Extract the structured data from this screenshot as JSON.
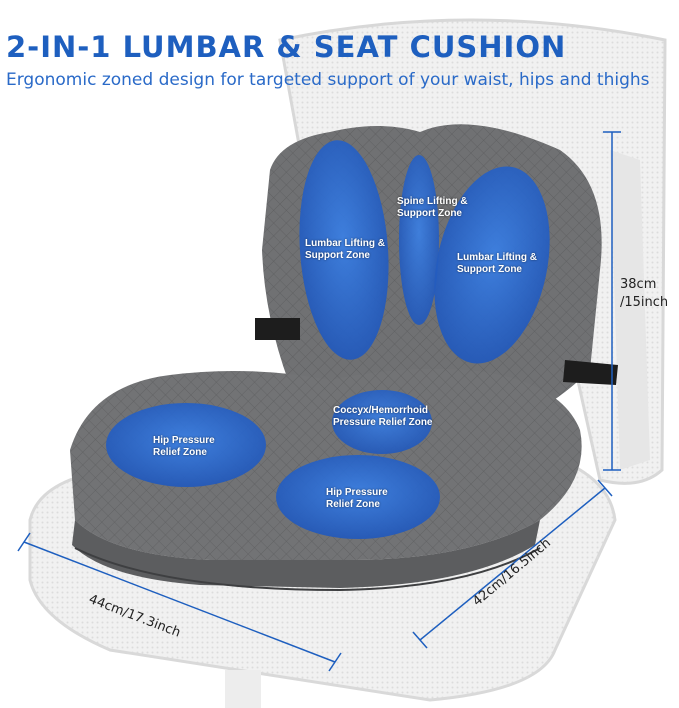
{
  "header": {
    "title": "2-IN-1 LUMBAR & SEAT CUSHION",
    "subtitle": "Ergonomic zoned design for targeted support of your waist, hips and thighs"
  },
  "zones": {
    "lumbar_left": {
      "line1": "Lumbar Lifting &",
      "line2": "Support Zone"
    },
    "spine": {
      "line1": "Spine Lifting &",
      "line2": "Support Zone"
    },
    "lumbar_right": {
      "line1": "Lumbar Lifting &",
      "line2": "Support Zone"
    },
    "coccyx": {
      "line1": "Coccyx/Hemorrhoid",
      "line2": "Pressure Relief Zone"
    },
    "hip_left": {
      "line1": "Hip Pressure",
      "line2": "Relief Zone"
    },
    "hip_right": {
      "line1": "Hip Pressure",
      "line2": "Relief Zone"
    }
  },
  "dimensions": {
    "height_line1": "38cm",
    "height_line2": "/15inch",
    "width": "44cm/17.3inch",
    "depth": "42cm/16.5inch"
  },
  "colors": {
    "accent": "#1e5fbf",
    "zone_blue": "#2f6fd4",
    "cushion_gray": "#6f7072",
    "chair_mesh": "#eeeeee",
    "dimension_line": "#1e5fbf"
  }
}
